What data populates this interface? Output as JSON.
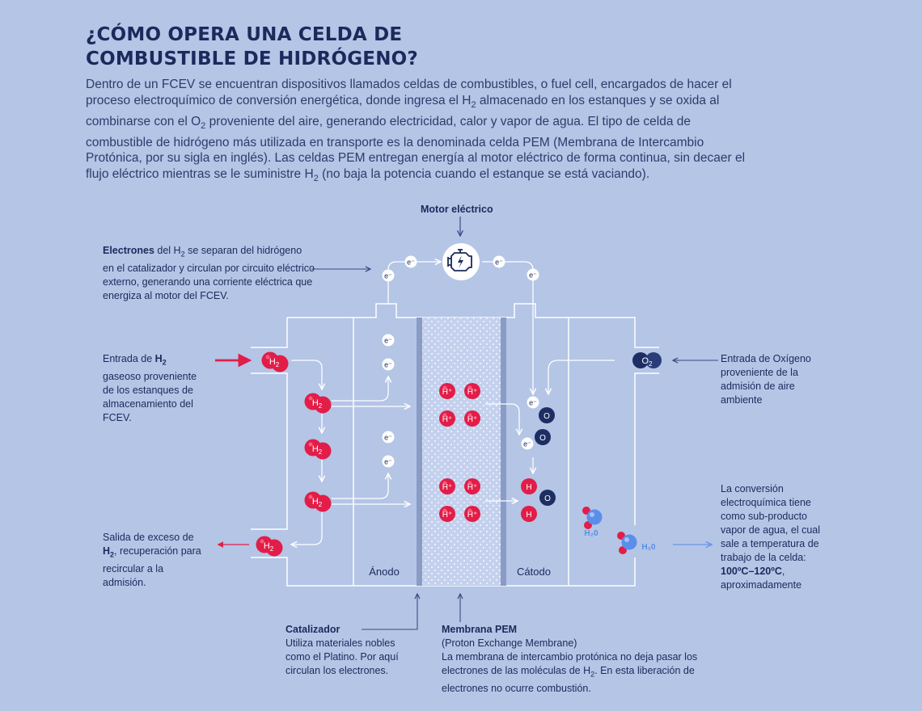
{
  "title": {
    "line1": "¿CÓMO OPERA UNA CELDA DE",
    "line2": "COMBUSTIBLE DE HIDRÓGENO?"
  },
  "intro": {
    "p1": "Dentro de un FCEV se encuentran dispositivos llamados celdas de combustibles, o fuel cell, encargados de hacer el proceso electroquímico de conversión energética, donde ingresa el H",
    "sub1": "2",
    "p2": " almacenado en los estanques y se oxida al combinarse con el O",
    "sub2": "2",
    "p3": " proveniente del aire, generando electricidad, calor y vapor de agua. El tipo de celda de combustible de hidrógeno más utilizada en transporte es la denominada celda PEM (Membrana de Intercambio Protónica, por su sigla en inglés). Las celdas PEM entregan energía al motor eléctrico de forma continua, sin decaer el flujo eléctrico mientras se le suministre H",
    "sub3": "2",
    "p4": " (no baja la potencia cuando el estanque se está vaciando)."
  },
  "labels": {
    "motor": "Motor eléctrico",
    "electrones_bold": "Electrones",
    "electrones_text1": " del H",
    "electrones_sub": "2",
    "electrones_text2": " se separan del hidrógeno en el catalizador y circulan por circuito eléctrico externo, generando una corriente eléctrica que energiza al motor del FCEV.",
    "entrada_h2_text1": "Entrada de ",
    "entrada_h2_bold": "H",
    "entrada_h2_sub": "2",
    "entrada_h2_text2": " gaseoso proveniente de los estanques de almacenamiento del FCEV.",
    "salida_text1": "Salida de exceso de ",
    "salida_bold": "H",
    "salida_sub": "2",
    "salida_text2": ", recuperación para recircular a la admisión.",
    "entrada_o2": "Entrada de Oxígeno proveniente de la admisión de aire ambiente",
    "conversion_text": "La conversión electroquímica tiene como sub-producto vapor de agua, el cual sale a temperatura de trabajo de la celda:",
    "conversion_bold": "100ºC–120ºC",
    "conversion_end": ", aproximadamente",
    "anodo": "Ánodo",
    "catodo": "Cátodo",
    "catalizador_title": "Catalizador",
    "catalizador_text": "Utiliza materiales nobles como el Platino. Por aquí circulan los electrones.",
    "membrana_title": "Membrana PEM",
    "membrana_sub": "(Proton Exchange Membrane)",
    "membrana_text1": "La membrana de intercambio protónica no deja pasar los electrones de las moléculas de H",
    "membrana_sub2": "2",
    "membrana_text2": ". En esta liberación de electrones no ocurre combustión."
  },
  "molecules": {
    "h2": "H",
    "h2_sub": "2",
    "o2": "O",
    "o2_sub": "2",
    "h_plus": "H⁺",
    "electron": "e⁻",
    "o": "O",
    "h": "H",
    "h2o": "H₂0"
  },
  "icons": {
    "motor": "engine-icon"
  },
  "colors": {
    "background": "#b4c5e6",
    "navy": "#1b2a5c",
    "hydrogen_red": "#e21d48",
    "oxygen_navy": "#1d2e63",
    "water_blue": "#5b8ee9",
    "membrane": "#c9d5ef",
    "line_white": "#ffffff"
  }
}
